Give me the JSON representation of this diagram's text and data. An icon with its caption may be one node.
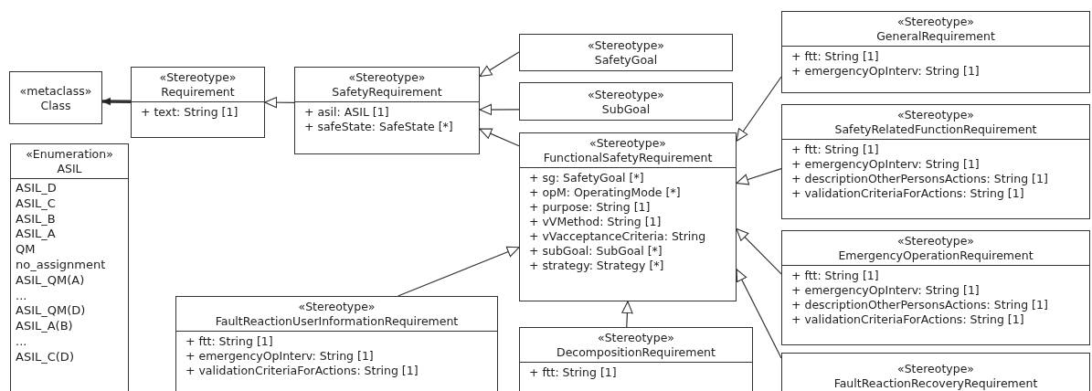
{
  "diagram": {
    "nodes": [
      {
        "text": [
          "«metaclass»",
          "Class"
        ]
      },
      {
        "text": [
          "«Stereotype»",
          "Requirement",
          "+ text: String [1]"
        ]
      },
      {
        "text": [
          "«Stereotype»",
          "SafetyRequirement",
          "+ asil: ASIL [1]",
          "+ safeState: SafeState [*]"
        ]
      },
      {
        "text": [
          "«Stereotype»",
          "SafetyGoal"
        ]
      },
      {
        "text": [
          "«Stereotype»",
          "SubGoal"
        ]
      },
      {
        "text": [
          "«Enumeration»",
          "ASIL",
          "ASIL_D",
          "ASIL_C",
          "ASIL_B",
          "ASIL_A",
          "QM",
          "no_assignment",
          "ASIL_QM(A)",
          "...",
          "ASIL_QM(D)",
          "ASIL_A(B)",
          "...",
          "ASIL_C(D)"
        ]
      },
      {
        "text": [
          "«Stereotype»",
          "FunctionalSafetyRequirement",
          "+ sg: SafetyGoal [*]",
          "+ opM: OperatingMode [*]",
          "+ purpose: String [1]",
          "+ vVMethod: String [1]",
          "+ vVacceptanceCriteria: String",
          "+ subGoal: SubGoal [*]",
          "+ strategy: Strategy [*]"
        ]
      },
      {
        "text": [
          "«Stereotype»",
          "GeneralRequirement",
          "+ ftt: String [1]",
          "+ emergencyOpInterv: String [1]"
        ]
      },
      {
        "text": [
          "«Stereotype»",
          "SafetyRelatedFunctionRequirement",
          "+ ftt: String [1]",
          "+ emergencyOpInterv: String [1]",
          "+ descriptionOtherPersonsActions: String [1]",
          "+ validationCriteriaForActions: String [1]"
        ]
      },
      {
        "text": [
          "«Stereotype»",
          "EmergencyOperationRequirement",
          "+ ftt: String [1]",
          "+ emergencyOpInterv: String [1]",
          "+ descriptionOtherPersonsActions: String [1]",
          "+ validationCriteriaForActions: String [1]"
        ]
      },
      {
        "text": [
          "«Stereotype»",
          "FaultReactionUserInformationRequirement",
          "+ ftt: String [1]",
          "+ emergencyOpInterv: String [1]",
          "+ validationCriteriaForActions: String [1]"
        ]
      },
      {
        "text": [
          "«Stereotype»",
          "DecompositionRequirement",
          "+ ftt: String [1]"
        ]
      },
      {
        "text": [
          "«Stereotype»",
          "FaultReactionRecoveryRequirement"
        ]
      }
    ],
    "edges": [
      {
        "from": 1,
        "to": 0,
        "arrow": "to",
        "style": "thick"
      },
      {
        "from": 2,
        "to": 1,
        "arrow": "to"
      },
      {
        "from": 3,
        "to": 2,
        "arrow": "to"
      },
      {
        "from": 4,
        "to": 2,
        "arrow": "to"
      },
      {
        "from": 6,
        "to": 2,
        "arrow": "to"
      },
      {
        "from": 10,
        "to": 6,
        "arrow": "to"
      },
      {
        "from": 7,
        "to": 6,
        "arrow": "to"
      },
      {
        "from": 8,
        "to": 6,
        "arrow": "to"
      },
      {
        "from": 9,
        "to": 6,
        "arrow": "to"
      },
      {
        "from": 12,
        "to": 6,
        "arrow": "to"
      },
      {
        "from": 11,
        "to": 6,
        "arrow": "to"
      }
    ]
  }
}
